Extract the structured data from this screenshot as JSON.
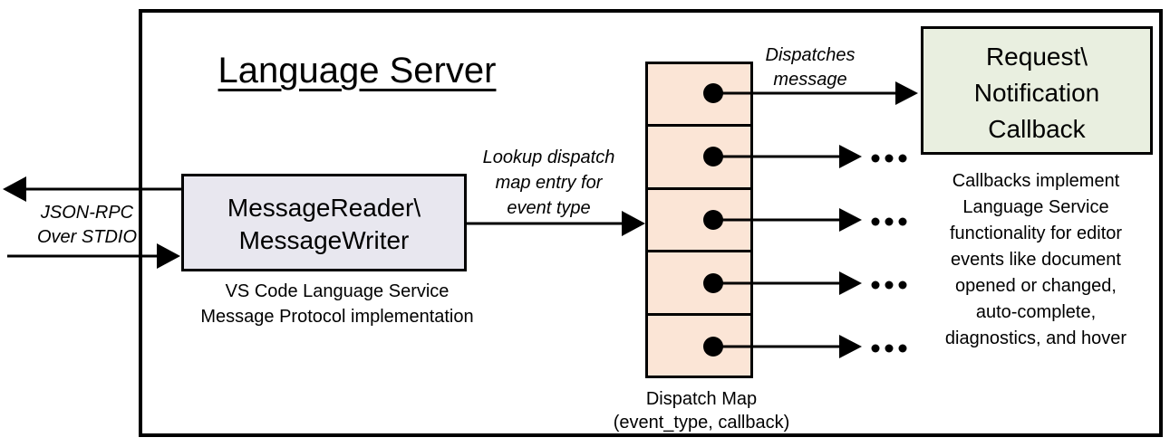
{
  "diagram": {
    "title": "Language Server",
    "stdio_channel": {
      "label_line1": "JSON-RPC",
      "label_line2": "Over STDIO"
    },
    "message_box": {
      "line1": "MessageReader\\",
      "line2": "MessageWriter",
      "caption_line1": "VS Code Language Service",
      "caption_line2": "Message Protocol implementation"
    },
    "lookup_label": {
      "line1": "Lookup dispatch",
      "line2": "map entry for",
      "line3": "event type"
    },
    "dispatch_map": {
      "cell_count": 5,
      "caption_line1": "Dispatch Map",
      "caption_line2": "(event_type, callback)"
    },
    "dispatches_label": {
      "line1": "Dispatches",
      "line2": "message"
    },
    "callback_box": {
      "line1": "Request\\",
      "line2": "Notification",
      "line3": "Callback"
    },
    "callbacks_note": {
      "lines": [
        "Callbacks implement",
        "Language Service",
        "functionality for editor",
        "events like document",
        "opened or changed,",
        "auto-complete,",
        "diagnostics, and hover"
      ]
    },
    "ellipsis": "..."
  },
  "colors": {
    "message_box_fill": "#E8E7EF",
    "dispatch_cell_fill": "#FBE5D6",
    "callback_box_fill": "#E9EFE0",
    "line_color": "#000000",
    "background": "#FFFFFF"
  }
}
